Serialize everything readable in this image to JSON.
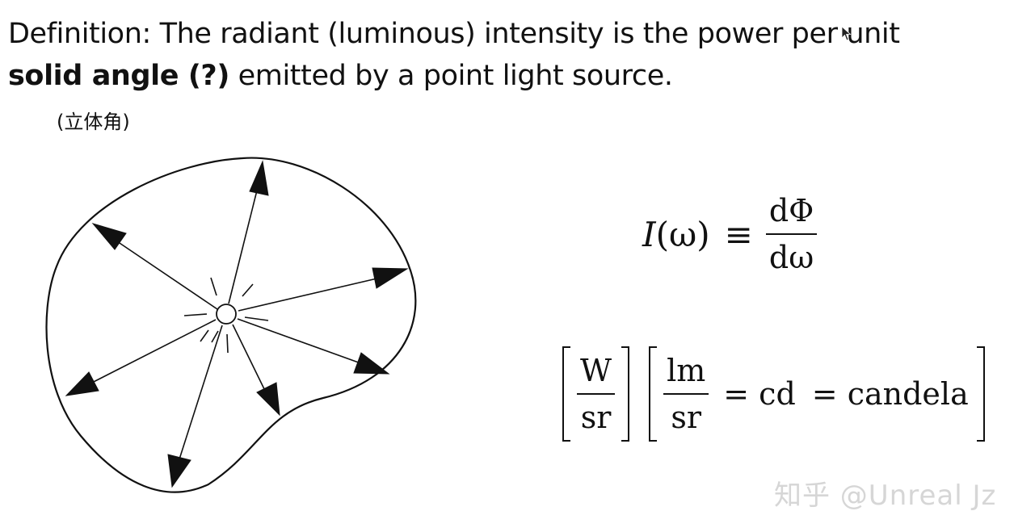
{
  "slide": {
    "definition_prefix": "Definition: The radiant (luminous) intensity is the power per unit",
    "term": "solid angle (?)",
    "definition_suffix": " emitted by a point light source.",
    "term_note": "(立体角)"
  },
  "formula": {
    "lhs_symbol": "I",
    "lhs_arg": "(ω)",
    "equiv": "≡",
    "numerator": "dΦ",
    "denominator": "dω"
  },
  "units": {
    "unit1_num": "W",
    "unit1_den": "sr",
    "unit2_num": "lm",
    "unit2_den": "sr",
    "rel1": "= cd",
    "rel2": "= candela"
  },
  "watermark": {
    "text": "知乎 @Unreal Jz"
  },
  "colors": {
    "ink": "#111111",
    "background": "#ffffff",
    "watermark": "#b4b4b4"
  }
}
